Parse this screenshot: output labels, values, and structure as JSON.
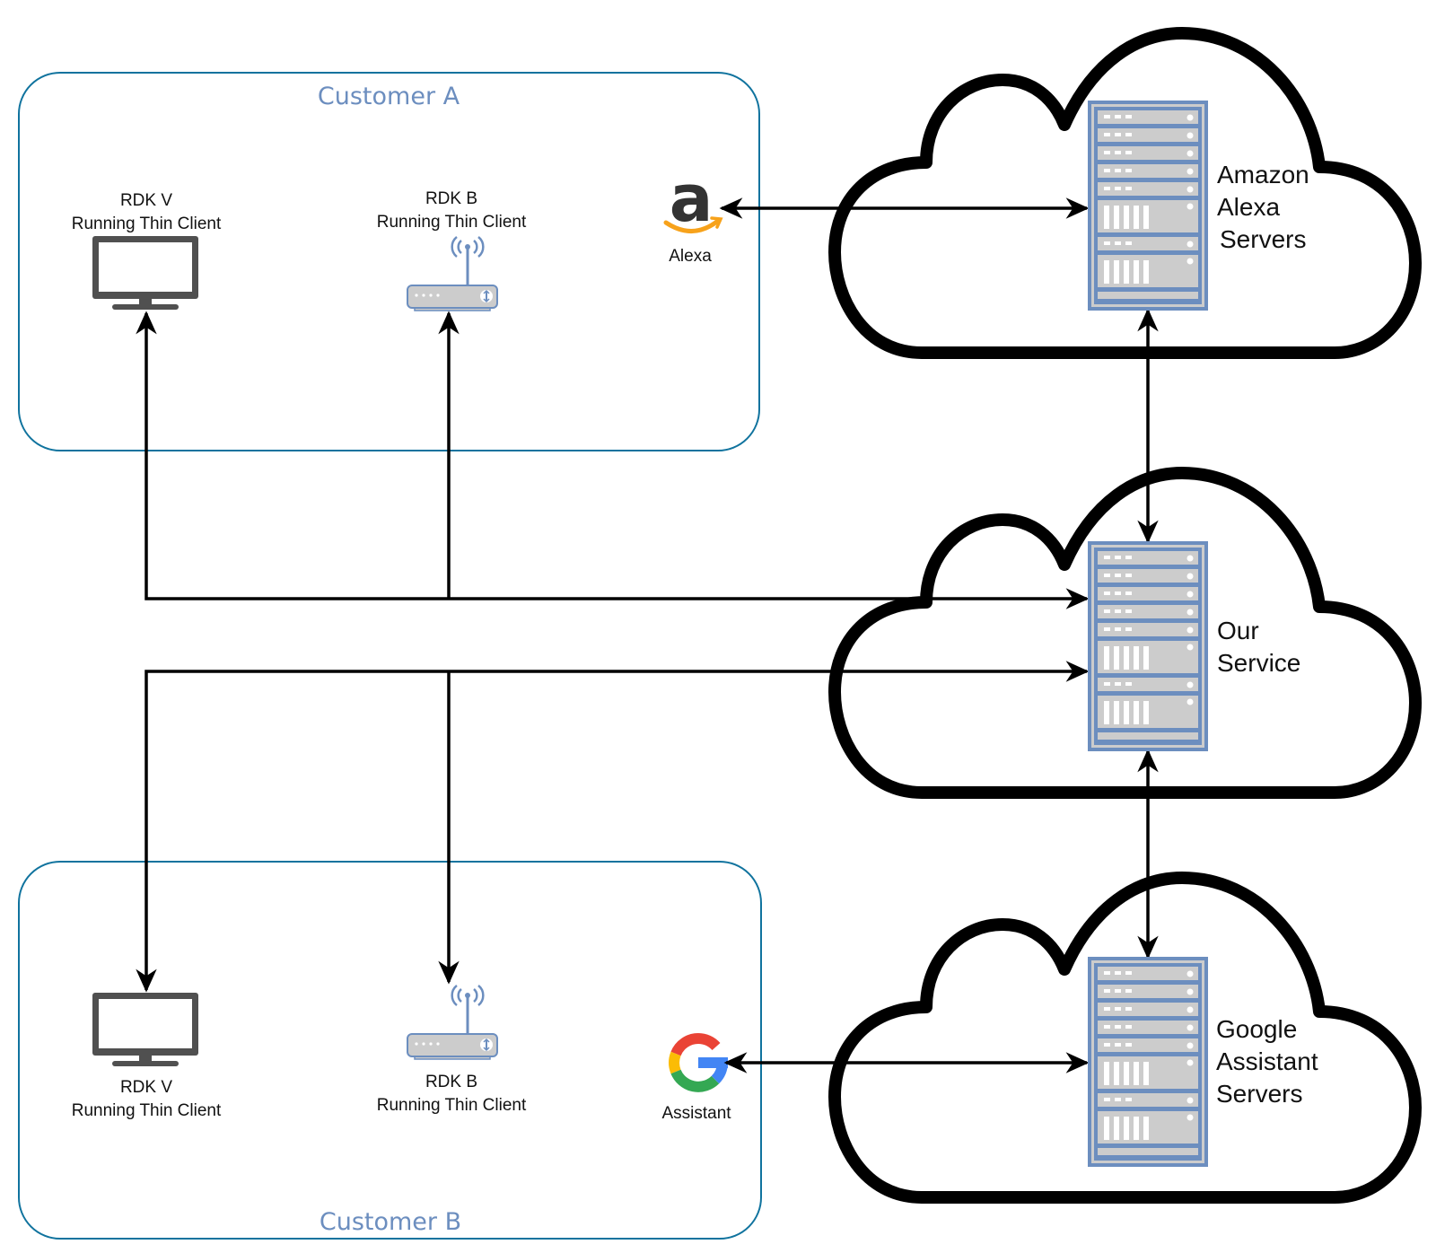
{
  "colors": {
    "group_border": "#10739e",
    "group_title": "#6c8ebf",
    "line": "#000000",
    "server_frame": "#6c8ebf",
    "server_fill": "#cccccc",
    "device_dark": "#505050",
    "router_fill": "#cccccc",
    "router_stroke": "#6c8ebf",
    "amazon_smile": "#f7a21b",
    "google_red": "#ea4335",
    "google_yellow": "#fbbc05",
    "google_green": "#34a853",
    "google_blue": "#4285f4"
  },
  "customer_a": {
    "title": "Customer A",
    "tv": {
      "line1": "RDK V",
      "line2": "Running Thin Client",
      "icon": "tv-monitor-icon"
    },
    "router": {
      "line1": "RDK B",
      "line2": "Running Thin Client",
      "icon": "wifi-router-icon"
    },
    "assistant": {
      "label": "Alexa",
      "icon": "amazon-logo-icon"
    }
  },
  "customer_b": {
    "title": "Customer B",
    "tv": {
      "line1": "RDK V",
      "line2": "Running Thin Client",
      "icon": "tv-monitor-icon"
    },
    "router": {
      "line1": "RDK B",
      "line2": "Running Thin Client",
      "icon": "wifi-router-icon"
    },
    "assistant": {
      "label": "Assistant",
      "icon": "google-logo-icon"
    }
  },
  "clouds": {
    "alexa": {
      "line1": "Amazon",
      "line2": "Alexa",
      "line3": "Servers",
      "icon": "server-rack-icon"
    },
    "service": {
      "line1": "Our",
      "line2": "Service",
      "icon": "server-rack-icon"
    },
    "google": {
      "line1": "Google",
      "line2": "Assistant",
      "line3": "Servers",
      "icon": "server-rack-icon"
    }
  },
  "connections": [
    {
      "from": "Alexa",
      "to": "Amazon Alexa Servers",
      "direction": "bidirectional"
    },
    {
      "from": "Amazon Alexa Servers",
      "to": "Our Service",
      "direction": "bidirectional"
    },
    {
      "from": "Our Service",
      "to": "Google Assistant Servers",
      "direction": "bidirectional"
    },
    {
      "from": "Assistant",
      "to": "Google Assistant Servers",
      "direction": "bidirectional"
    },
    {
      "from": "Customer A devices",
      "to": "Our Service",
      "direction": "bidirectional"
    },
    {
      "from": "Customer B devices",
      "to": "Our Service",
      "direction": "bidirectional"
    }
  ]
}
